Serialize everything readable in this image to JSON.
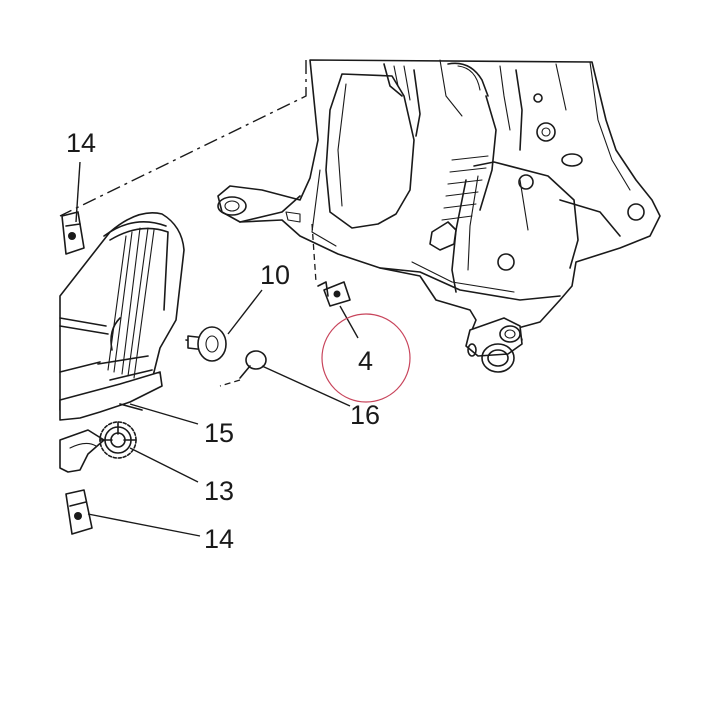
{
  "callouts": [
    {
      "id": "14a",
      "label": "14"
    },
    {
      "id": "10",
      "label": "10"
    },
    {
      "id": "4",
      "label": "4"
    },
    {
      "id": "15",
      "label": "15"
    },
    {
      "id": "16",
      "label": "16"
    },
    {
      "id": "13",
      "label": "13"
    },
    {
      "id": "14b",
      "label": "14"
    }
  ],
  "highlight": {
    "target": "4",
    "color": "#c8455c"
  },
  "line_color": "#1a1a1a"
}
